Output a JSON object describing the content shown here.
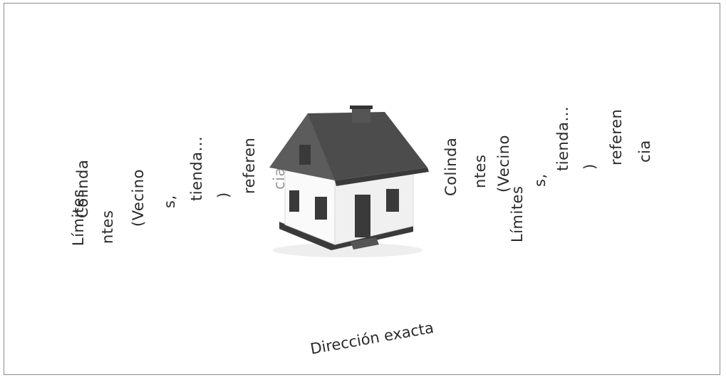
{
  "labels": {
    "limites": "Límites",
    "address": "Dirección exacta",
    "left_column": [
      "Colinda",
      "ntes",
      "(Vecino",
      "s,",
      "tienda...",
      ")",
      "referen",
      "cia"
    ],
    "right_column": [
      "Colinda",
      "ntes",
      "(Vecino",
      "s,",
      "tienda...",
      ")",
      "referen",
      "cia"
    ]
  },
  "colors": {
    "roof": "#4a4a4a",
    "walls": "#f2f2f2",
    "windows": "#3c3c3c",
    "border": "#8c8c8c"
  },
  "icons": {
    "house": "house-icon"
  }
}
